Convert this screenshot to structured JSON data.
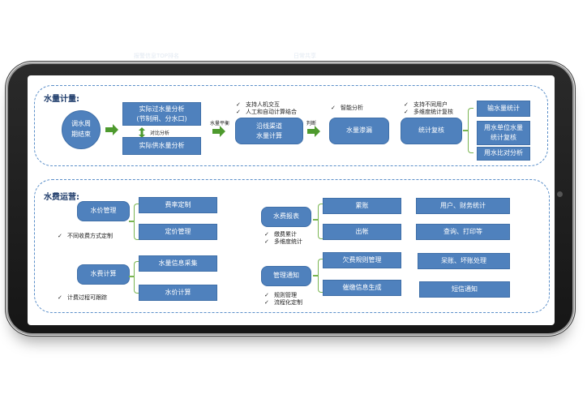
{
  "faded_header": [
    "报警信息TOP排名",
    "日常共享"
  ],
  "metering": {
    "title": "水量计量:",
    "start_node": "调水周\n期结束",
    "analysis_boxes": [
      "实际过水量分析\n(节制闸、分水口)",
      "实际供水量分析"
    ],
    "compare_label": "对比分析",
    "balance_label": "水量平衡",
    "canal_box": "沿线渠道\n水量计算",
    "canal_notes": [
      "支持人机交互",
      "人工和自动计算结合"
    ],
    "judge_label": "判断",
    "leak_box": "水量渗漏",
    "leak_notes": [
      "智能分析"
    ],
    "stats_box": "统计复核",
    "stats_notes": [
      "支持不同用户",
      "多维度统计复核"
    ],
    "stats_outputs": [
      "输水量统计",
      "用水单位水量\n统计复核",
      "用水比对分析"
    ]
  },
  "billing": {
    "title": "水费运营:",
    "groups": [
      {
        "name": "水价管理",
        "children": [
          "费率定制",
          "定价管理"
        ],
        "notes": [
          "不同收费方式定制"
        ]
      },
      {
        "name": "水费计算",
        "children": [
          "水量信息采集",
          "水价计算"
        ],
        "notes": [
          "计费过程可跟踪"
        ]
      },
      {
        "name": "水费报表",
        "children": [
          "累账",
          "出帐"
        ],
        "notes": [
          "缴费累计",
          "多维度统计"
        ]
      },
      {
        "name": "管理通知",
        "children": [
          "欠费规则管理",
          "催缴信息生成"
        ],
        "notes": [
          "规则管理",
          "流程化定制"
        ]
      }
    ],
    "right_column": [
      "用户、财务统计",
      "查询、打印等",
      "呆账、坏账处理",
      "短信通知"
    ]
  },
  "check_glyph": "✓",
  "colors": {
    "box": "#4f81bd",
    "arrow": "#4e9a2e",
    "dashed": "#5b8fc9",
    "brace": "#7ab552"
  }
}
